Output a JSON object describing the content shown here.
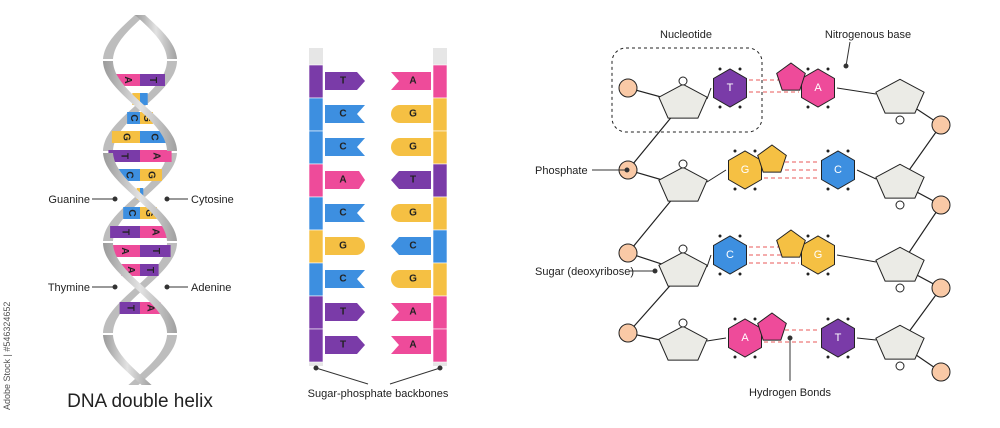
{
  "colors": {
    "adenine": "#ee4b9a",
    "thymine": "#7a3ba8",
    "cytosine": "#3d8fe0",
    "guanine": "#f5c043",
    "sugar": "#ebebe6",
    "phosphate": "#f9c9a6",
    "bond": "#e85a5a"
  },
  "helix": {
    "title": "DNA double helix",
    "labels": {
      "guanine": "Guanine",
      "cytosine": "Cytosine",
      "thymine": "Thymine",
      "adenine": "Adenine"
    }
  },
  "ladder": {
    "caption": "Sugar-phosphate backbones",
    "pairs": [
      {
        "left": "T",
        "right": "A"
      },
      {
        "left": "C",
        "right": "G"
      },
      {
        "left": "C",
        "right": "G"
      },
      {
        "left": "A",
        "right": "T"
      },
      {
        "left": "C",
        "right": "G"
      },
      {
        "left": "G",
        "right": "C"
      },
      {
        "left": "C",
        "right": "G"
      },
      {
        "left": "T",
        "right": "A"
      },
      {
        "left": "T",
        "right": "A"
      }
    ]
  },
  "structure": {
    "labels": {
      "nucleotide": "Nucleotide",
      "nitrogenous_base": "Nitrogenous base",
      "phosphate": "Phosphate",
      "sugar": "Sugar (deoxyribose)",
      "hydrogen_bonds": "Hydrogen Bonds"
    },
    "rows": [
      {
        "left": "T",
        "right": "A"
      },
      {
        "left": "G",
        "right": "C"
      },
      {
        "left": "C",
        "right": "G"
      },
      {
        "left": "A",
        "right": "T"
      }
    ]
  },
  "stock_id": "Adobe Stock | #546324652"
}
